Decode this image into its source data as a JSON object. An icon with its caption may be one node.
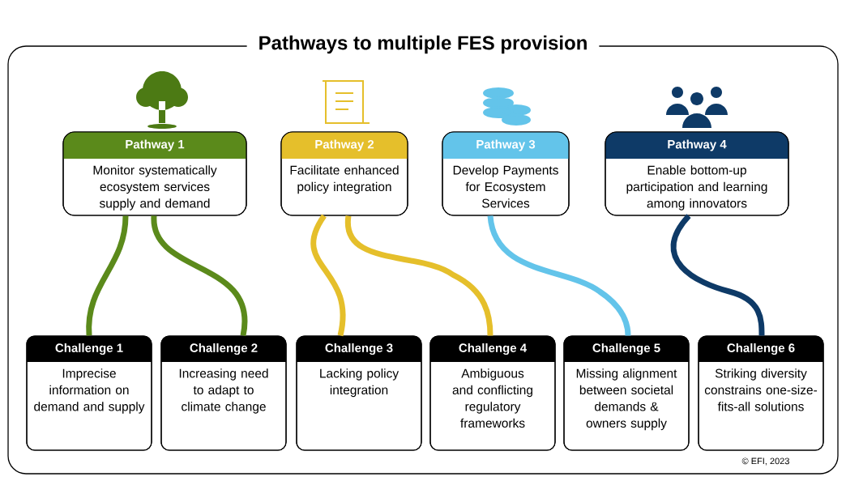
{
  "diagram": {
    "title": "Pathways to multiple FES provision",
    "nodes": [
      {
        "text": [
          "Pathway 1",
          "Monitor systematically ecosystem services supply and demand"
        ]
      },
      {
        "text": [
          "Pathway 2",
          "Facilitate enhanced policy integration"
        ]
      },
      {
        "text": [
          "Pathway 3",
          "Develop Payments for Ecosystem Services"
        ]
      },
      {
        "text": [
          "Pathway 4",
          "Enable bottom-up participation and learning among innovators"
        ]
      },
      {
        "text": [
          "Challenge 1",
          "Imprecise information on demand and supply"
        ]
      },
      {
        "text": [
          "Challenge 2",
          "Increasing need to adapt to climate change"
        ]
      },
      {
        "text": [
          "Challenge 3",
          "Lacking policy integration"
        ]
      },
      {
        "text": [
          "Challenge 4",
          "Ambiguous and conflicting regulatory frameworks"
        ]
      },
      {
        "text": [
          "Challenge 5",
          "Missing alignment between societal demands & owners supply"
        ]
      },
      {
        "text": [
          "Challenge 6",
          "Striking diversity constrains one-size-fits-all solutions"
        ]
      }
    ],
    "edges": [
      {
        "from": 0,
        "to": 4,
        "arrow": "none",
        "color": "#5b8a1b"
      },
      {
        "from": 0,
        "to": 5,
        "arrow": "none",
        "color": "#5b8a1b"
      },
      {
        "from": 1,
        "to": 6,
        "arrow": "none",
        "color": "#e5bf2b"
      },
      {
        "from": 1,
        "to": 7,
        "arrow": "none",
        "color": "#e5bf2b"
      },
      {
        "from": 2,
        "to": 8,
        "arrow": "none",
        "color": "#63c4ea"
      },
      {
        "from": 3,
        "to": 9,
        "arrow": "none",
        "color": "#0e3a67"
      }
    ],
    "labels": [
      "© EFI, 2023"
    ]
  }
}
